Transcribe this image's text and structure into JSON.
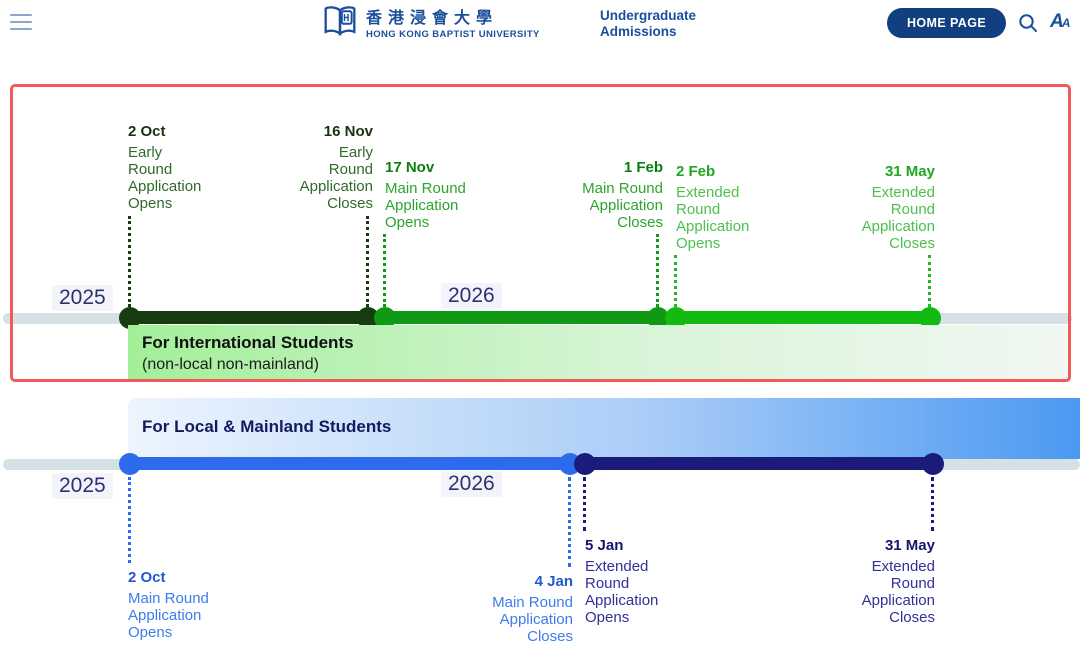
{
  "header": {
    "logo": {
      "chinese": "香港浸會大學",
      "english": "HONG KONG BAPTIST UNIVERSITY"
    },
    "site_title_line1": "Undergraduate",
    "site_title_line2": "Admissions",
    "home_button": "HOME PAGE",
    "icons": [
      "menu-icon",
      "book-logo-icon",
      "search-icon",
      "font-size-icon"
    ]
  },
  "international": {
    "label_title": "For International Students",
    "label_subtitle": "(non-local non-mainland)",
    "year_left": "2025",
    "year_right": "2026",
    "events": [
      {
        "date": "2 Oct",
        "round": "early",
        "lines": [
          "Early",
          "Round",
          "Application",
          "Opens"
        ]
      },
      {
        "date": "16 Nov",
        "round": "early",
        "lines": [
          "Early",
          "Round",
          "Application",
          "Closes"
        ]
      },
      {
        "date": "17 Nov",
        "round": "main",
        "lines": [
          "Main Round",
          "Application",
          "Opens"
        ]
      },
      {
        "date": "1 Feb",
        "round": "main",
        "lines": [
          "Main Round",
          "Application",
          "Closes"
        ]
      },
      {
        "date": "2 Feb",
        "round": "extended",
        "lines": [
          "Extended",
          "Round",
          "Application",
          "Opens"
        ]
      },
      {
        "date": "31 May",
        "round": "extended",
        "lines": [
          "Extended",
          "Round",
          "Application",
          "Closes"
        ]
      }
    ]
  },
  "local": {
    "label_title": "For Local & Mainland Students",
    "year_left": "2025",
    "year_right": "2026",
    "events": [
      {
        "date": "2 Oct",
        "round": "main",
        "lines": [
          "Main Round",
          "Application",
          "Opens"
        ]
      },
      {
        "date": "4 Jan",
        "round": "main",
        "lines": [
          "Main Round",
          "Application",
          "Closes"
        ]
      },
      {
        "date": "5 Jan",
        "round": "extended",
        "lines": [
          "Extended",
          "Round",
          "Application",
          "Opens"
        ]
      },
      {
        "date": "31 May",
        "round": "extended",
        "lines": [
          "Extended",
          "Round",
          "Application",
          "Closes"
        ]
      }
    ]
  },
  "colors": {
    "hkbu_blue": "#1b4f9c",
    "home_button_bg": "#123f80",
    "red_border": "#f4595a",
    "base_bar": "#d6e1e5",
    "early_round_green": "#173c10",
    "main_round_green": "#0f9915",
    "extended_round_green": "#12ba12",
    "main_round_blue": "#2d6bec",
    "extended_round_navy": "#1a1b7b",
    "year_text": "#2c3173"
  }
}
